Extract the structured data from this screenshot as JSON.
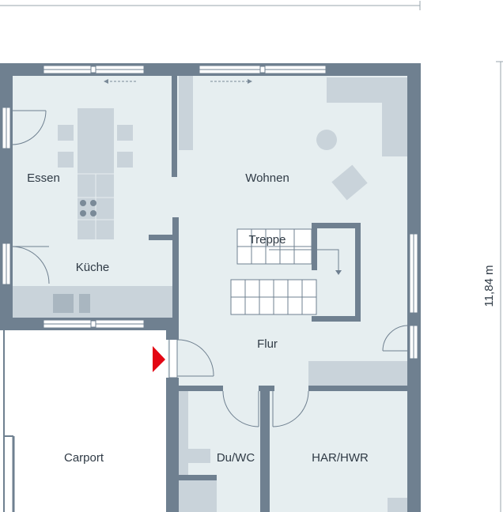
{
  "plan": {
    "rooms": {
      "essen": "Essen",
      "kueche": "Küche",
      "wohnen": "Wohnen",
      "treppe": "Treppe",
      "flur": "Flur",
      "carport": "Carport",
      "duwc": "Du/WC",
      "harhwr": "HAR/HWR"
    },
    "dimension_right": "11,84 m",
    "colors": {
      "wall": "#6f8090",
      "floor": "#e6eef0",
      "furniture": "#c9d3da",
      "furniture_dark": "#b7c3cc",
      "entrance_marker": "#e30613"
    },
    "icons": {
      "entrance": "entrance-arrow-icon",
      "stair_direction": "stair-direction-arrow-icon",
      "sliding_door": "sliding-door-arrow-icon"
    }
  }
}
